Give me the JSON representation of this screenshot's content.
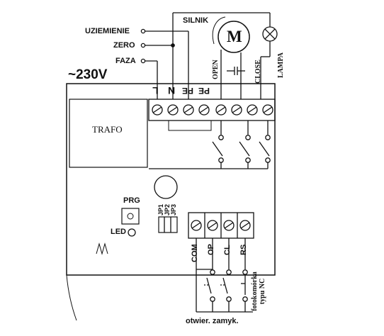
{
  "mains": {
    "voltage": "~230V",
    "earth_label": "UZIEMIENIE",
    "zero_label": "ZERO",
    "phase_label": "FAZA"
  },
  "motor": {
    "title": "SILNIK",
    "symbol": "M",
    "open_label": "OPEN",
    "close_label": "CLOSE"
  },
  "lamp": {
    "label": "LAMPA"
  },
  "board": {
    "trafo_label": "TRAFO",
    "prg_label": "PRG",
    "led_label": "LED",
    "jumper_labels": [
      "JP1",
      "JP2",
      "JP3"
    ],
    "top_terminal_labels": [
      "L",
      "N",
      "PE",
      "PE"
    ],
    "bottom_terminal_labels": [
      "COM",
      "OP",
      "CL",
      "RS"
    ]
  },
  "inputs": {
    "open_close_label": "otwier. zamyk.",
    "photocell_label": "fotokomórka typu NC"
  },
  "colors": {
    "line": "#111111",
    "background": "#ffffff"
  }
}
